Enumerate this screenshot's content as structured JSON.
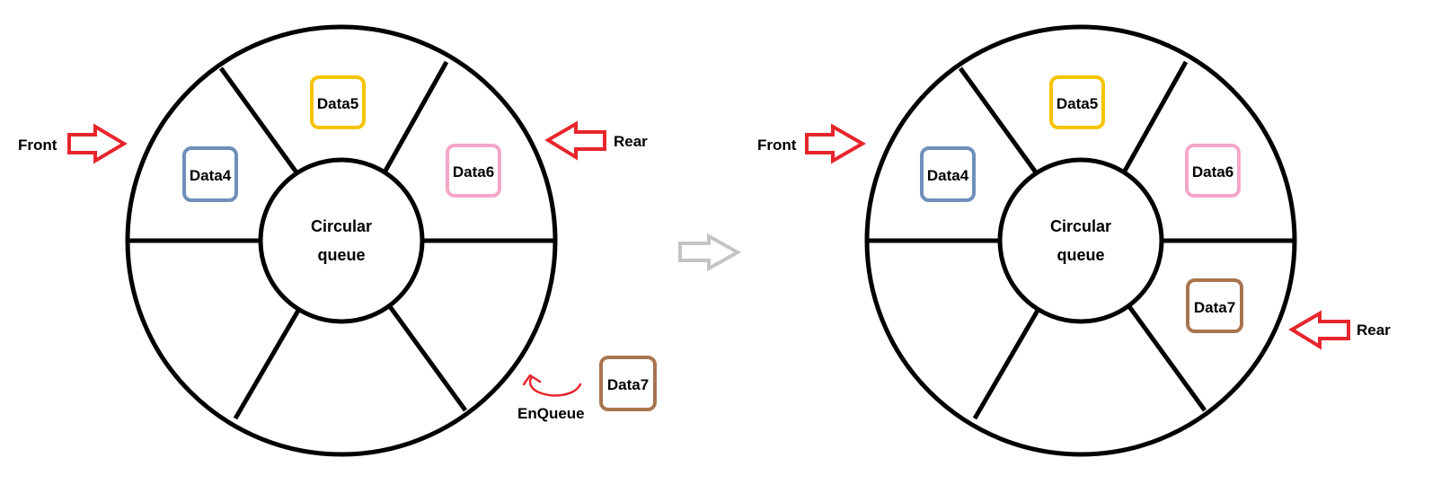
{
  "left": {
    "center_label_line1": "Circular",
    "center_label_line2": "queue",
    "front_label": "Front",
    "rear_label": "Rear",
    "enqueue_label": "EnQueue",
    "items": [
      {
        "label": "Data4",
        "color": "#6f8fba"
      },
      {
        "label": "Data5",
        "color": "#f5c400"
      },
      {
        "label": "Data6",
        "color": "#f4a7c8"
      },
      {
        "label": "Data7",
        "color": "#a8754e"
      }
    ]
  },
  "right": {
    "center_label_line1": "Circular",
    "center_label_line2": "queue",
    "front_label": "Front",
    "rear_label": "Rear",
    "items": [
      {
        "label": "Data4",
        "color": "#6f8fba"
      },
      {
        "label": "Data5",
        "color": "#f5c400"
      },
      {
        "label": "Data6",
        "color": "#f4a7c8"
      },
      {
        "label": "Data7",
        "color": "#a8754e"
      }
    ]
  },
  "colors": {
    "pointer_arrow": "#e8252c",
    "transition_arrow": "#c4c4c4"
  }
}
